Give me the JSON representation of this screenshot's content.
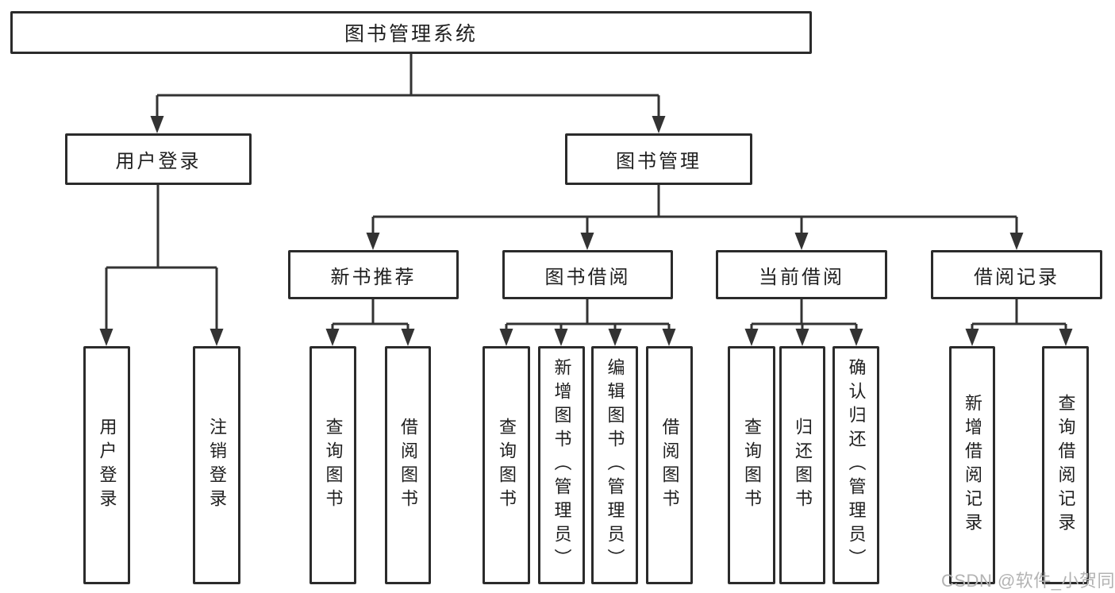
{
  "tree": {
    "root": {
      "label": "图书管理系统"
    },
    "branches": [
      {
        "label": "用户登录",
        "leaves": [
          {
            "label": "用户登录"
          },
          {
            "label": "注销登录"
          }
        ]
      },
      {
        "label": "图书管理",
        "groups": [
          {
            "label": "新书推荐",
            "leaves": [
              {
                "label": "查询图书"
              },
              {
                "label": "借阅图书"
              }
            ]
          },
          {
            "label": "图书借阅",
            "leaves": [
              {
                "label": "查询图书"
              },
              {
                "label": "新增图书（管理员）"
              },
              {
                "label": "编辑图书（管理员）"
              },
              {
                "label": "借阅图书"
              }
            ]
          },
          {
            "label": "当前借阅",
            "leaves": [
              {
                "label": "查询图书"
              },
              {
                "label": "归还图书"
              },
              {
                "label": "确认归还（管理员）"
              }
            ]
          },
          {
            "label": "借阅记录",
            "leaves": [
              {
                "label": "新增借阅记录"
              },
              {
                "label": "查询借阅记录"
              }
            ]
          }
        ]
      }
    ]
  },
  "watermark": {
    "text": "CSDN @软件_小贺同学"
  },
  "colors": {
    "line": "#333333",
    "box_border": "#2b2b2b",
    "text": "#1f1f1f",
    "watermark": "#b3b3b3",
    "background": "#ffffff"
  }
}
